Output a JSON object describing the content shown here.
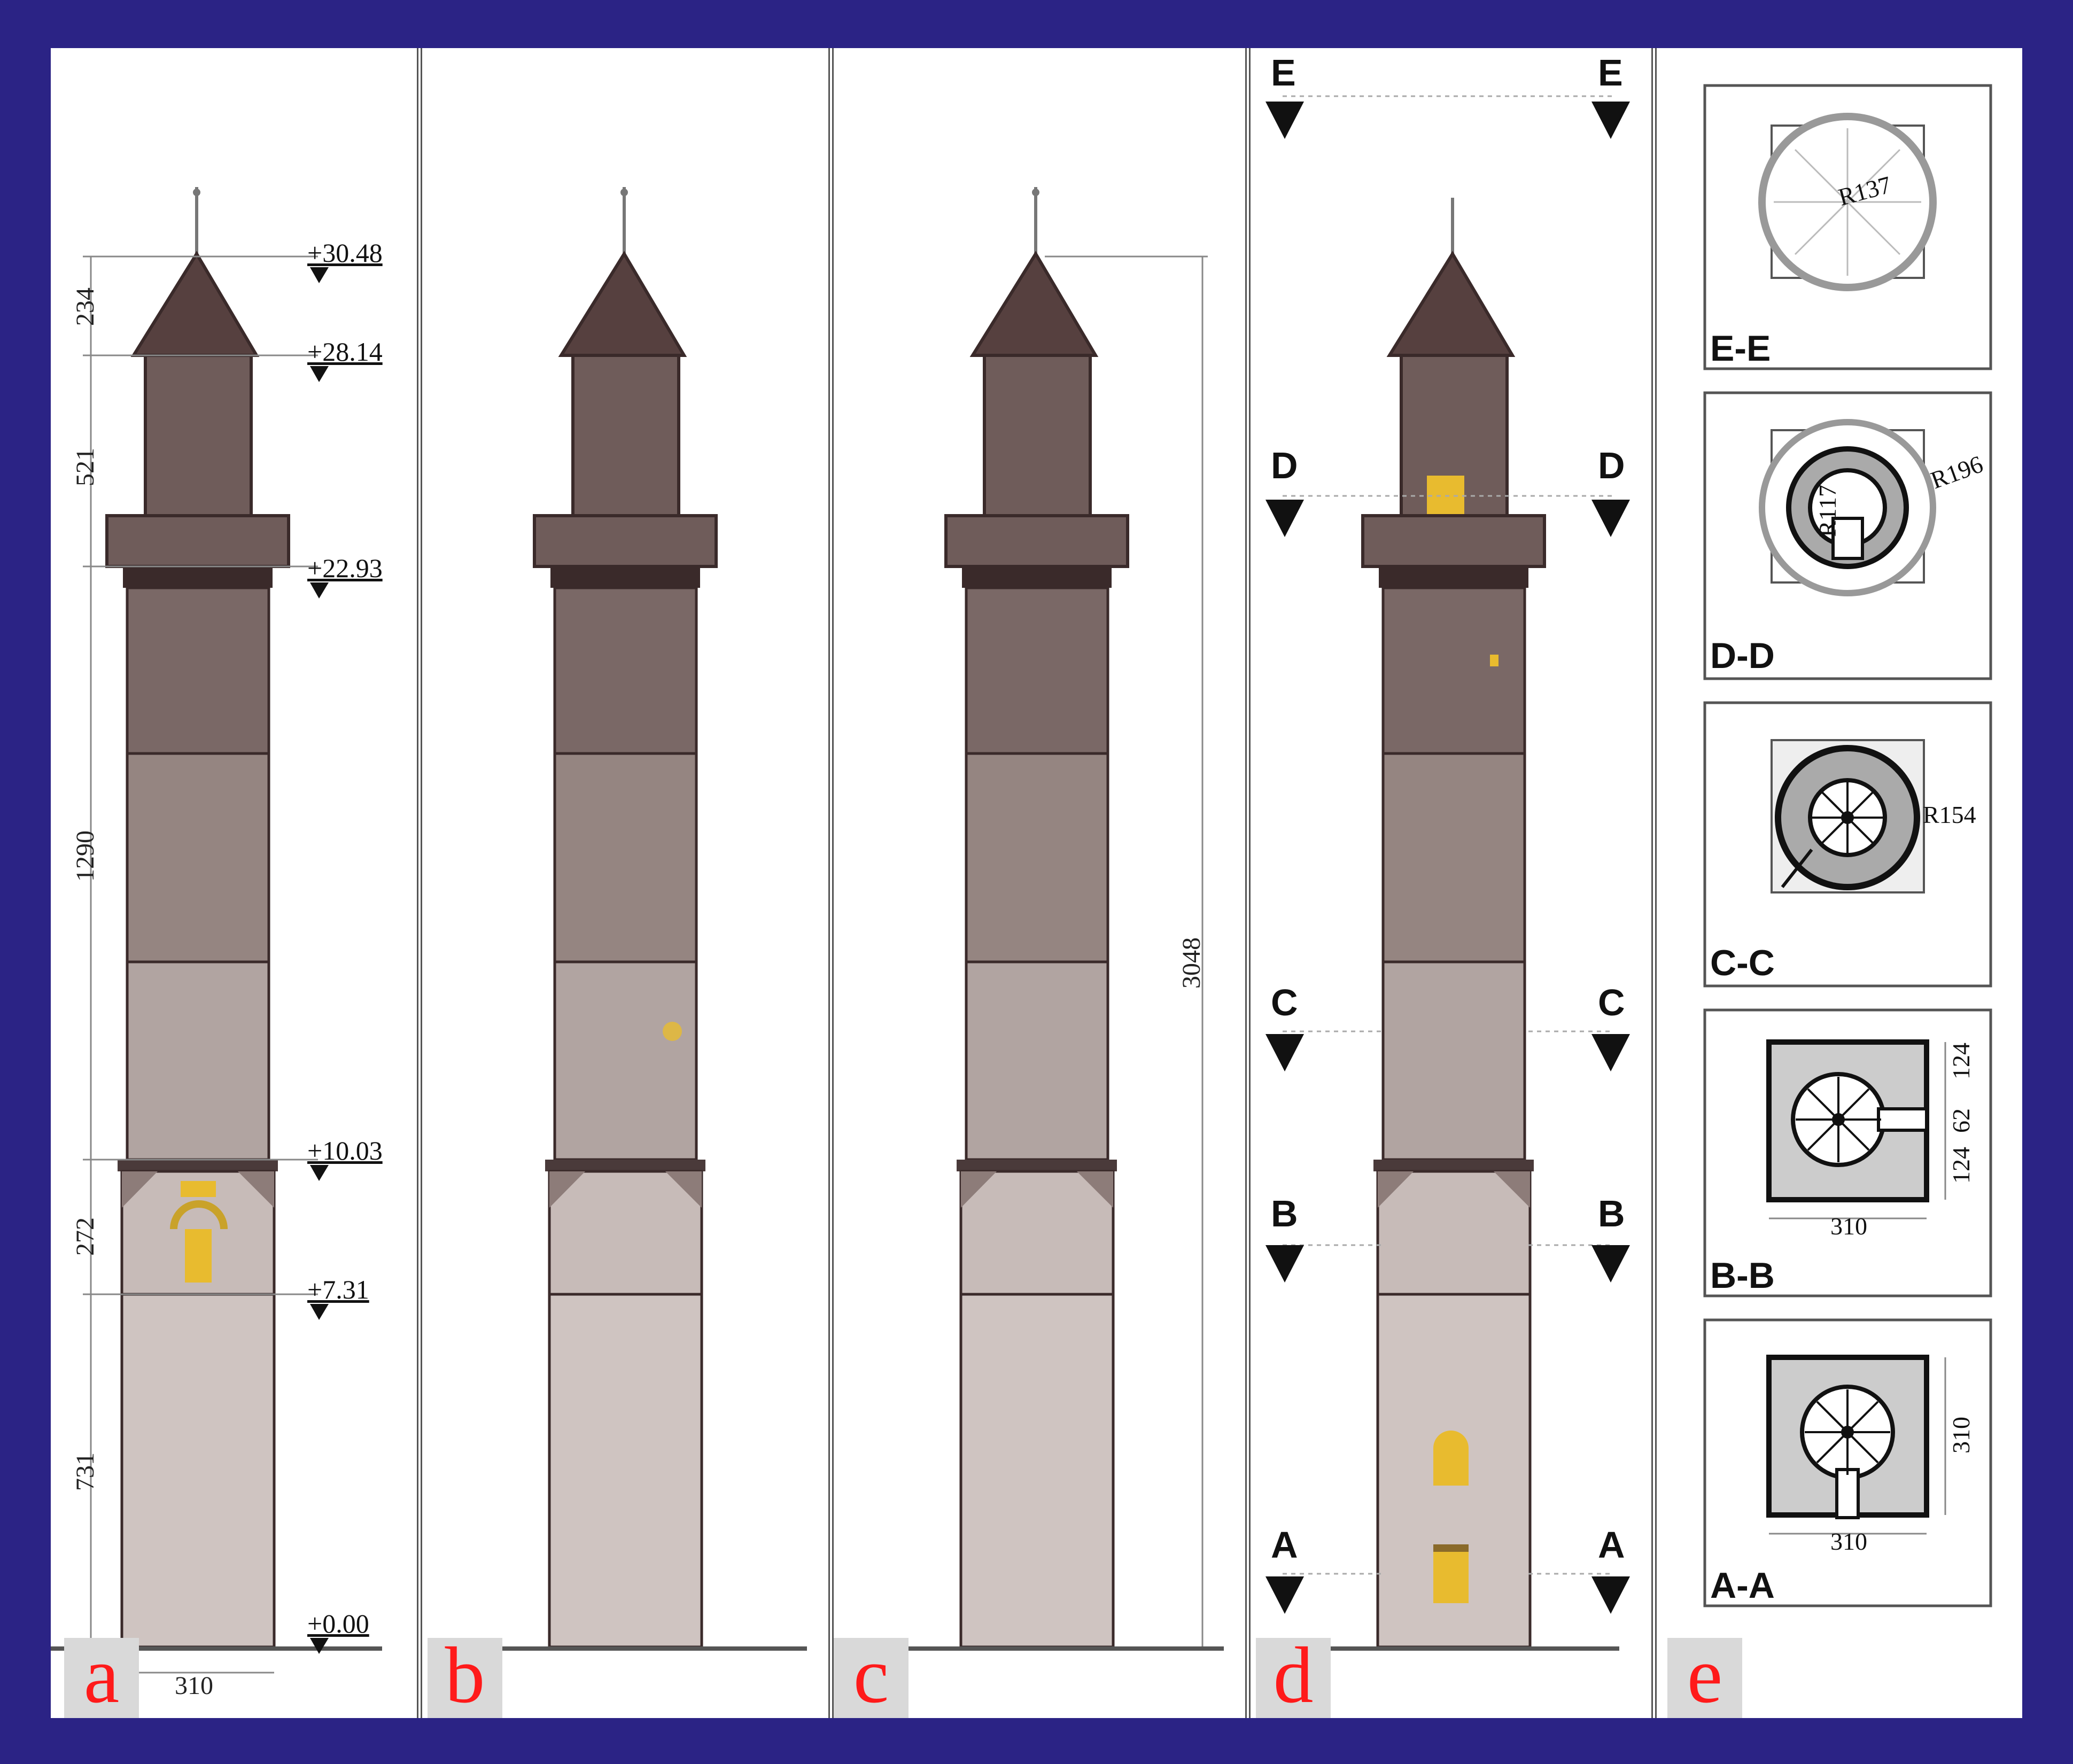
{
  "panels": {
    "a": {
      "label": "a",
      "elevations": [
        "+30.48",
        "+28.14",
        "+22.93",
        "+10.03",
        "+7.31",
        "+0.00"
      ],
      "dimensions_vertical": [
        "234",
        "521",
        "1290",
        "272",
        "731"
      ],
      "dimension_width": "310"
    },
    "b": {
      "label": "b"
    },
    "c": {
      "label": "c",
      "dimension_height": "3048"
    },
    "d": {
      "label": "d",
      "section_markers": [
        "E",
        "D",
        "C",
        "B",
        "A"
      ]
    },
    "e": {
      "label": "e",
      "sections": [
        {
          "caption": "E-E",
          "radius_label": "R137"
        },
        {
          "caption": "D-D",
          "radius_label": "R196",
          "inner_label": "R117"
        },
        {
          "caption": "C-C",
          "radius_label": "R154"
        },
        {
          "caption": "B-B",
          "width_label": "310",
          "side_labels": [
            "124",
            "62",
            "124"
          ]
        },
        {
          "caption": "A-A",
          "width_label": "310",
          "height_label": "310"
        }
      ]
    }
  },
  "colors": {
    "frame": "#2b2385",
    "cap_dark": "#56403f",
    "body_upper": "#6f5c5a",
    "body_mid": "#8d7c79",
    "body_lower": "#b9aba8",
    "base": "#cfc4c1",
    "window": "#e8bb2f",
    "label_red": "#ff1a1a"
  }
}
